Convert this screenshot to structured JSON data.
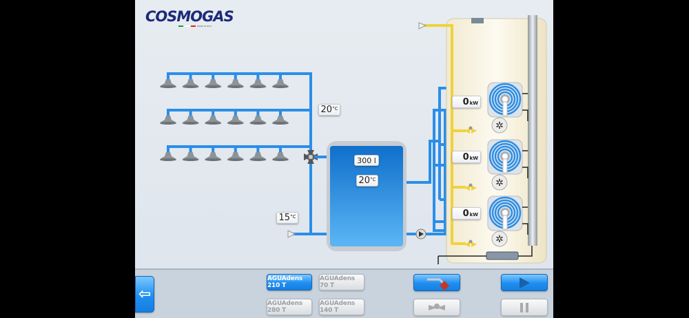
{
  "brand": {
    "name": "COSMOGAS",
    "tagline": "MADE IN ITALY"
  },
  "system": {
    "upper_temp": {
      "value": "20",
      "unit": "°C"
    },
    "inlet_temp": {
      "value": "15",
      "unit": "°C"
    },
    "tank": {
      "volume": "300 l",
      "temp": {
        "value": "20",
        "unit": "°C"
      }
    },
    "boilers": [
      {
        "power": "0",
        "unit": "kW"
      },
      {
        "power": "0",
        "unit": "kW"
      },
      {
        "power": "0",
        "unit": "kW"
      }
    ],
    "sprinkler_rows": 3,
    "sprinklers_per_row": 6
  },
  "colors": {
    "water": "#2a8ee8",
    "gas": "#f0d23c",
    "tank": "#1e84e0",
    "active_button": "#1f8ef0"
  },
  "toolbar": {
    "models": [
      {
        "label": "AGUAdens 210 T",
        "active": true
      },
      {
        "label": "AGUAdens 70 T",
        "active": false
      },
      {
        "label": "AGUAdens 280 T",
        "active": false
      },
      {
        "label": "AGUAdens 140 T",
        "active": false
      }
    ],
    "icons": {
      "back": "exit-arrow-icon",
      "shower": "shower-icon",
      "valve": "valve-icon",
      "play": "play-icon",
      "pause": "pause-icon"
    }
  }
}
